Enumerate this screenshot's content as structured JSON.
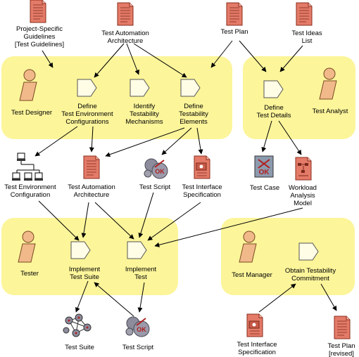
{
  "colors": {
    "zone": "#fcf59a",
    "activity_fill": "#fffde6",
    "activity_stroke": "#555555",
    "artifact_fill": "#e47a68",
    "artifact_stroke": "#8a2d1c",
    "role_fill": "#f1b98a",
    "arrow": "#000000"
  },
  "artifacts": {
    "guidelines": [
      "Project-Specific",
      "Guidelines",
      "[Test Guidelines]"
    ],
    "test_automation_arch_top": [
      "Test Automation",
      "Architecture"
    ],
    "test_plan": [
      "Test Plan"
    ],
    "test_ideas_list": [
      "Test Ideas",
      "List"
    ],
    "test_env_config": [
      "Test Environment",
      "Configuration"
    ],
    "test_automation_arch_mid": [
      "Test Automation",
      "Architecture"
    ],
    "test_script_mid": [
      "Test Script"
    ],
    "test_interface_spec_mid": [
      "Test Interface",
      "Specification"
    ],
    "test_case": [
      "Test Case"
    ],
    "workload_model": [
      "Workload",
      "Analysis",
      "Model"
    ],
    "test_suite": [
      "Test Suite"
    ],
    "test_script_bottom": [
      "Test Script"
    ],
    "test_interface_spec_bottom": [
      "Test Interface",
      "Specification"
    ],
    "test_plan_revised": [
      "Test Plan",
      "[revised]"
    ]
  },
  "roles": {
    "test_designer": [
      "Test Designer"
    ],
    "test_analyst": [
      "Test Analyst"
    ],
    "tester": [
      "Tester"
    ],
    "test_manager": [
      "Test Manager"
    ]
  },
  "activities": {
    "define_env_configs": [
      "Define",
      "Test Environment",
      "Configurations"
    ],
    "identify_testability": [
      "Identify",
      "Testability",
      "Mechanisms"
    ],
    "define_testability_elements": [
      "Define",
      "Testability",
      "Elements"
    ],
    "define_test_details": [
      "Define",
      "Test Details"
    ],
    "implement_test_suite": [
      "Implement",
      "Test Suite"
    ],
    "implement_test": [
      "Implement",
      "Test"
    ],
    "obtain_commitment": [
      "Obtain Testability",
      "Commitment"
    ]
  }
}
